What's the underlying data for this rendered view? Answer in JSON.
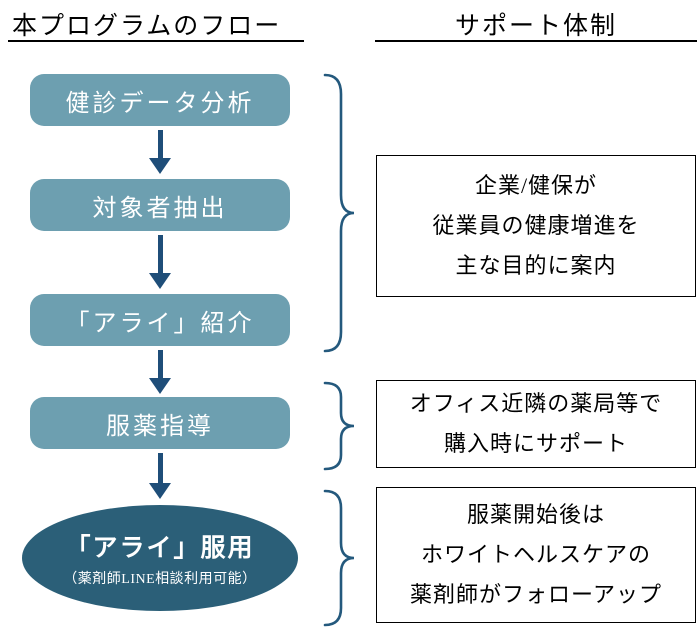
{
  "colors": {
    "step_bg": "#6d9fb0",
    "final_bg": "#2b5f78",
    "arrow": "#1f4e79",
    "brace": "#24597d"
  },
  "headers": {
    "left": "本プログラムのフロー",
    "right": "サポート体制"
  },
  "flow": {
    "steps": [
      {
        "label": "健診データ分析"
      },
      {
        "label": "対象者抽出"
      },
      {
        "label": "「アライ」紹介"
      },
      {
        "label": "服薬指導"
      }
    ],
    "final": {
      "label": "「アライ」服用",
      "sublabel": "（薬剤師LINE相談利用可能）"
    }
  },
  "support": {
    "notes": [
      {
        "lines": [
          "企業/健保が",
          "従業員の健康増進を",
          "主な目的に案内"
        ]
      },
      {
        "lines": [
          "オフィス近隣の薬局等で",
          "購入時にサポート"
        ]
      },
      {
        "lines": [
          "服薬開始後は",
          "ホワイトヘルスケアの",
          "薬剤師がフォローアップ"
        ]
      }
    ]
  }
}
